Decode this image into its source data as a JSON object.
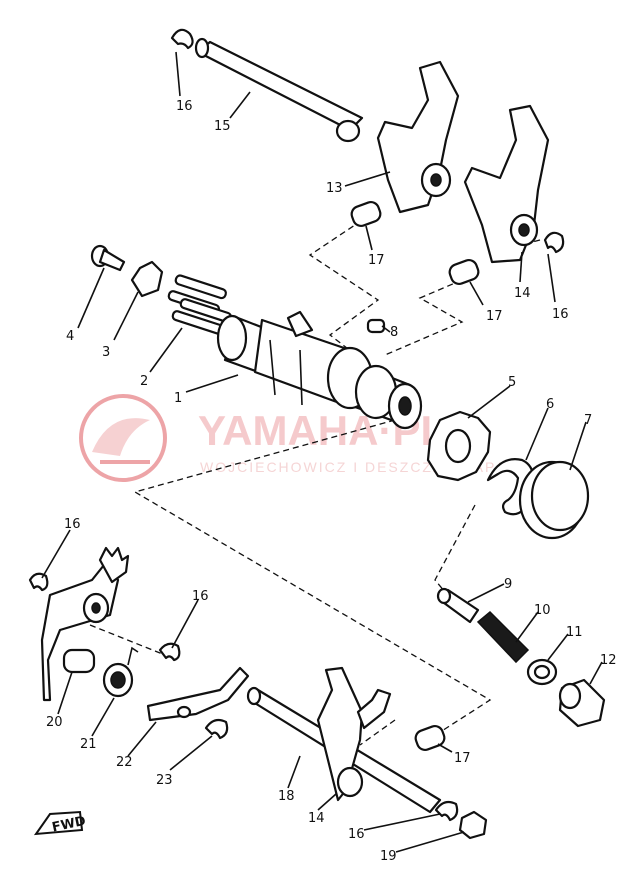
{
  "callouts": {
    "c1": "1",
    "c2": "2",
    "c3": "3",
    "c4": "4",
    "c5": "5",
    "c6": "6",
    "c7": "7",
    "c8": "8",
    "c9": "9",
    "c10": "10",
    "c11": "11",
    "c12": "12",
    "c13": "13",
    "c14a": "14",
    "c14b": "14",
    "c15": "15",
    "c16a": "16",
    "c16b": "16",
    "c16c": "16",
    "c16d": "16",
    "c16e": "16",
    "c17a": "17",
    "c17b": "17",
    "c17c": "17",
    "c18": "18",
    "c19": "19",
    "c20": "20",
    "c21": "21",
    "c22": "22",
    "c23": "23"
  },
  "watermark": {
    "brand": "YAMAHA·PL",
    "subtitle": "WOJCIECHOWICZ I DESZCZAK HAPA"
  },
  "direction_tag": "FWD",
  "colors": {
    "ink": "#111111",
    "watermark": "#e8868a"
  }
}
